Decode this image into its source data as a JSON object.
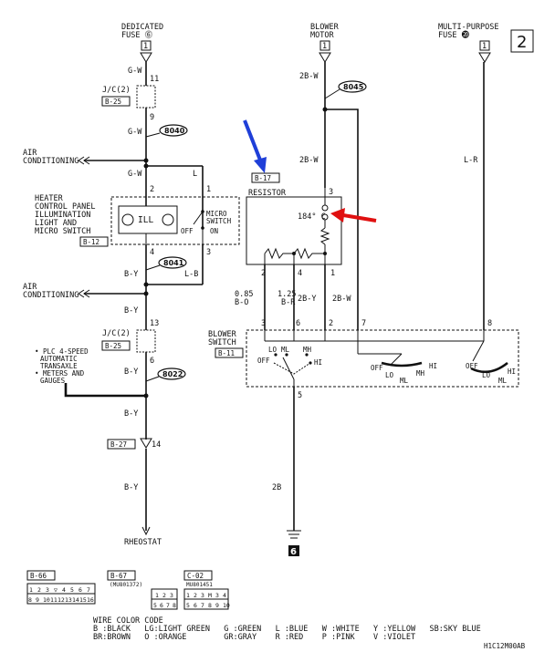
{
  "page_number": "2",
  "diagram_code": "H1C12M00AB",
  "fuses": {
    "dedicated": {
      "line1": "DEDICATED",
      "line2": "FUSE ⓺",
      "pin": "1"
    },
    "blower_motor": {
      "line1": "BLOWER",
      "line2": "MOTOR",
      "pin": "1"
    },
    "multi_purpose": {
      "line1": "MULTI-PURPOSE",
      "line2": "FUSE ⓴",
      "pin": "1"
    }
  },
  "splices": {
    "s8040": "8040",
    "s8041": "8041",
    "s8022": "8022",
    "s8045": "8045"
  },
  "junctions": {
    "jc2_top": "J/C(2)",
    "jc2_top_ref": "B-25",
    "jc2_top_pin_top": "11",
    "jc2_top_pin_bottom": "9",
    "jc2_mid": "J/C(2)",
    "jc2_mid_ref": "B-25",
    "jc2_mid_pin_top": "13",
    "jc2_mid_pin_bottom": "6"
  },
  "wires": {
    "gw1": "G-W",
    "gw2": "G-W",
    "gw3": "G-W",
    "l": "L",
    "by1": "B-Y",
    "lb": "L-B",
    "by2": "B-Y",
    "by3": "B-Y",
    "by4": "B-Y",
    "by5": "B-Y",
    "bw_2b": "2B-W",
    "bw_2b_2": "2B-W",
    "lr": "L-R",
    "w085": "0.85",
    "w085c": "B-O",
    "w125": "1.25",
    "w125c": "B-R",
    "w2by": "2B-Y",
    "w2bw": "2B-W",
    "w2b": "2B"
  },
  "labels": {
    "air_cond_1a": "AIR",
    "air_cond_1b": "CONDITIONING",
    "air_cond_2a": "AIR",
    "air_cond_2b": "CONDITIONING",
    "heater_1": "HEATER",
    "heater_2": "CONTROL PANEL",
    "heater_3": "ILLUMINATION",
    "heater_4": "LIGHT AND",
    "heater_5": "MICRO SWITCH",
    "heater_ref": "B-12",
    "ill": "ILL",
    "micro_1": "MICRO",
    "micro_2": "SWITCH",
    "off": "OFF",
    "on": "ON",
    "resistor_ref": "B-17",
    "resistor": "RESISTOR",
    "temp": "184° C",
    "blower_sw_1": "BLOWER",
    "blower_sw_2": "SWITCH",
    "blower_sw_ref": "B-11",
    "note_1": "• PLC 4-SPEED",
    "note_2": "AUTOMATIC",
    "note_3": "TRANSAXLE",
    "note_4": "• METERS AND",
    "note_5": "GAUGES",
    "b27": "B-27",
    "b27_pin": "14",
    "rheostat": "RHEOSTAT",
    "ground": "6",
    "lo": "LO",
    "ml": "ML",
    "mh": "MH",
    "hi": "HI",
    "off_sw": "OFF"
  },
  "pins": {
    "heater_2": "2",
    "heater_1": "1",
    "heater_4": "4",
    "heater_3": "3",
    "res_3": "3",
    "res_2": "2",
    "res_4": "4",
    "res_1": "1",
    "bs_3": "3",
    "bs_6": "6",
    "bs_2": "2",
    "bs_7": "7",
    "bs_8": "8",
    "bs_5": "5"
  },
  "connectors": {
    "c1": {
      "ref": "B-66",
      "part": "",
      "row1": [
        "1",
        "2",
        "3",
        "▽",
        "4",
        "5",
        "6",
        "7"
      ],
      "row2": [
        "8",
        "9",
        "10",
        "11",
        "12",
        "13",
        "14",
        "15",
        "16"
      ]
    },
    "c2": {
      "ref": "B-67",
      "part": "(MU801372)",
      "row1": [
        "1",
        "2",
        "3"
      ],
      "row2": [
        "5",
        "6",
        "7",
        "8"
      ]
    },
    "c3": {
      "ref": "C-02",
      "part": "MU801451",
      "row1": [
        "1",
        "2",
        "3",
        "M",
        "3",
        "4"
      ],
      "row2": [
        "5",
        "6",
        "7",
        "8",
        "9",
        "10"
      ]
    }
  },
  "legend": {
    "title": "WIRE COLOR CODE",
    "row1": "B :BLACK   LG:LIGHT GREEN   G :GREEN   L :BLUE   W :WHITE   Y :YELLOW   SB:SKY BLUE",
    "row2": "BR:BROWN   O :ORANGE        GR:GRAY    R :RED    P :PINK    V :VIOLET"
  },
  "annotation_colors": {
    "blue_arrow": "#1f3fd8",
    "red_arrow": "#e01010"
  }
}
